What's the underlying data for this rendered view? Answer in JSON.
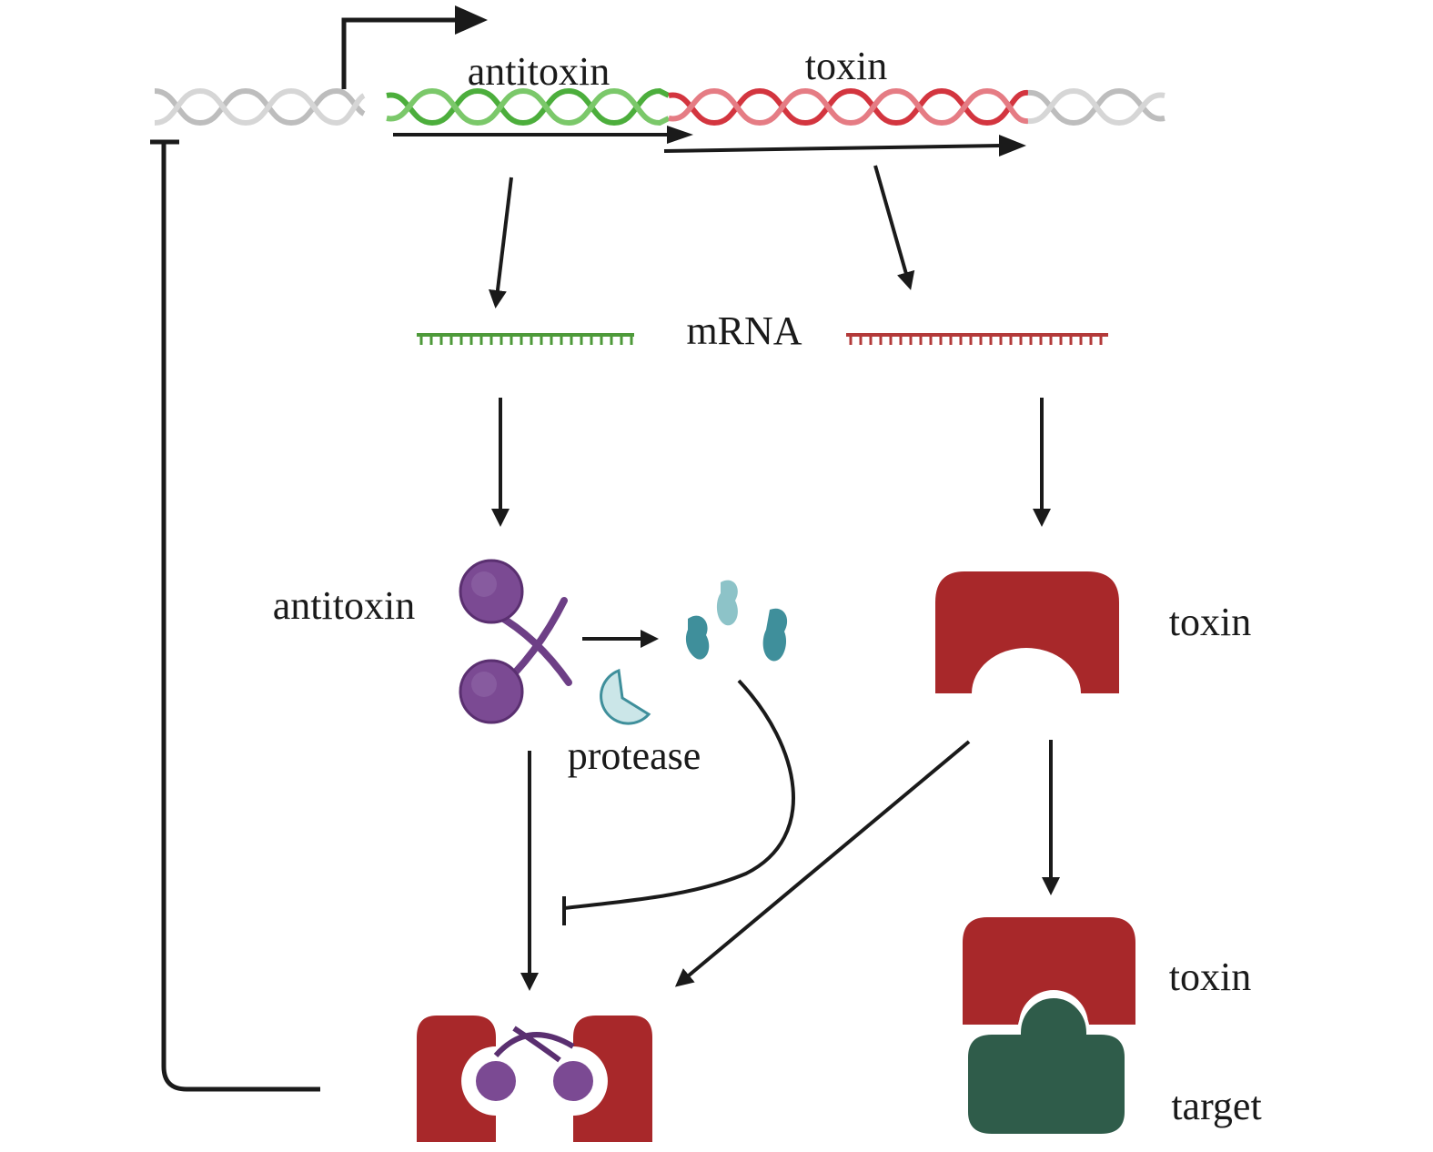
{
  "labels": {
    "gene_antitoxin": "antitoxin",
    "gene_toxin": "toxin",
    "mrna": "mRNA",
    "antitoxin_protein": "antitoxin",
    "toxin_protein": "toxin",
    "protease": "protease",
    "toxin_bound": "toxin",
    "target": "target"
  },
  "colors": {
    "dna_gray": "#bdbdbd",
    "antitoxin_green": "#4cae3c",
    "toxin_red": "#d3353f",
    "mrna_green": "#4e9a3a",
    "mrna_red": "#b33a3a",
    "antitoxin_purple": "#7b4a93",
    "toxin_dark_red": "#a8282a",
    "fragments_teal": "#3f8f9b",
    "protease_light": "#cbe6e8",
    "target_green": "#2f5c4a",
    "arrow_black": "#1a1a1a"
  }
}
